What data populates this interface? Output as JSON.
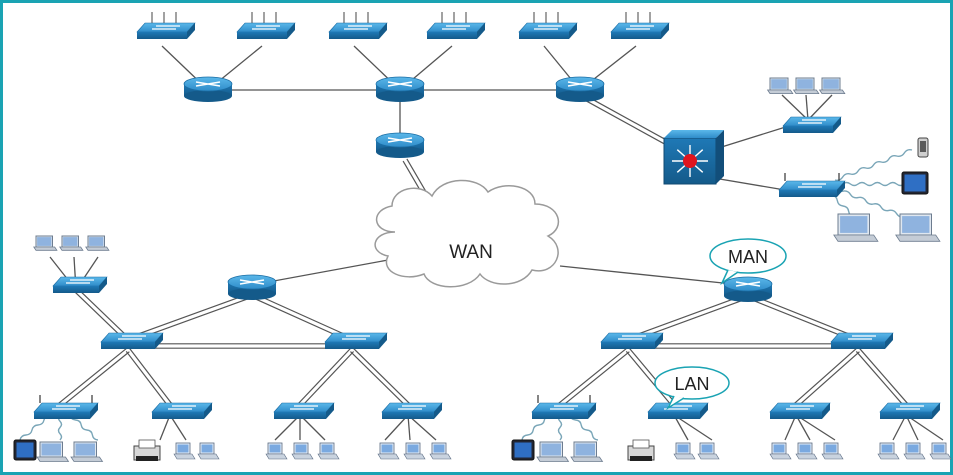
{
  "diagram": {
    "wan_label": "WAN",
    "man_label": "MAN",
    "lan_label": "LAN"
  },
  "colors": {
    "border": "#1aa3b3",
    "device_top": "#3aa0d8",
    "device_side": "#1d6fa8",
    "line": "#555555",
    "hub_center": "#e0141e",
    "cloud_fill": "#ffffff",
    "cloud_stroke": "#9a9a9a"
  },
  "icons": {
    "router": "router-icon",
    "switch": "switch-icon",
    "pc": "pc-icon",
    "laptop": "laptop-icon",
    "wireless_ap": "wireless-access-point-icon",
    "printer": "printer-icon",
    "tablet": "tablet-icon",
    "phone": "phone-icon",
    "multilayer_switch": "multilayer-switch-icon",
    "cloud": "wan-cloud-icon"
  }
}
